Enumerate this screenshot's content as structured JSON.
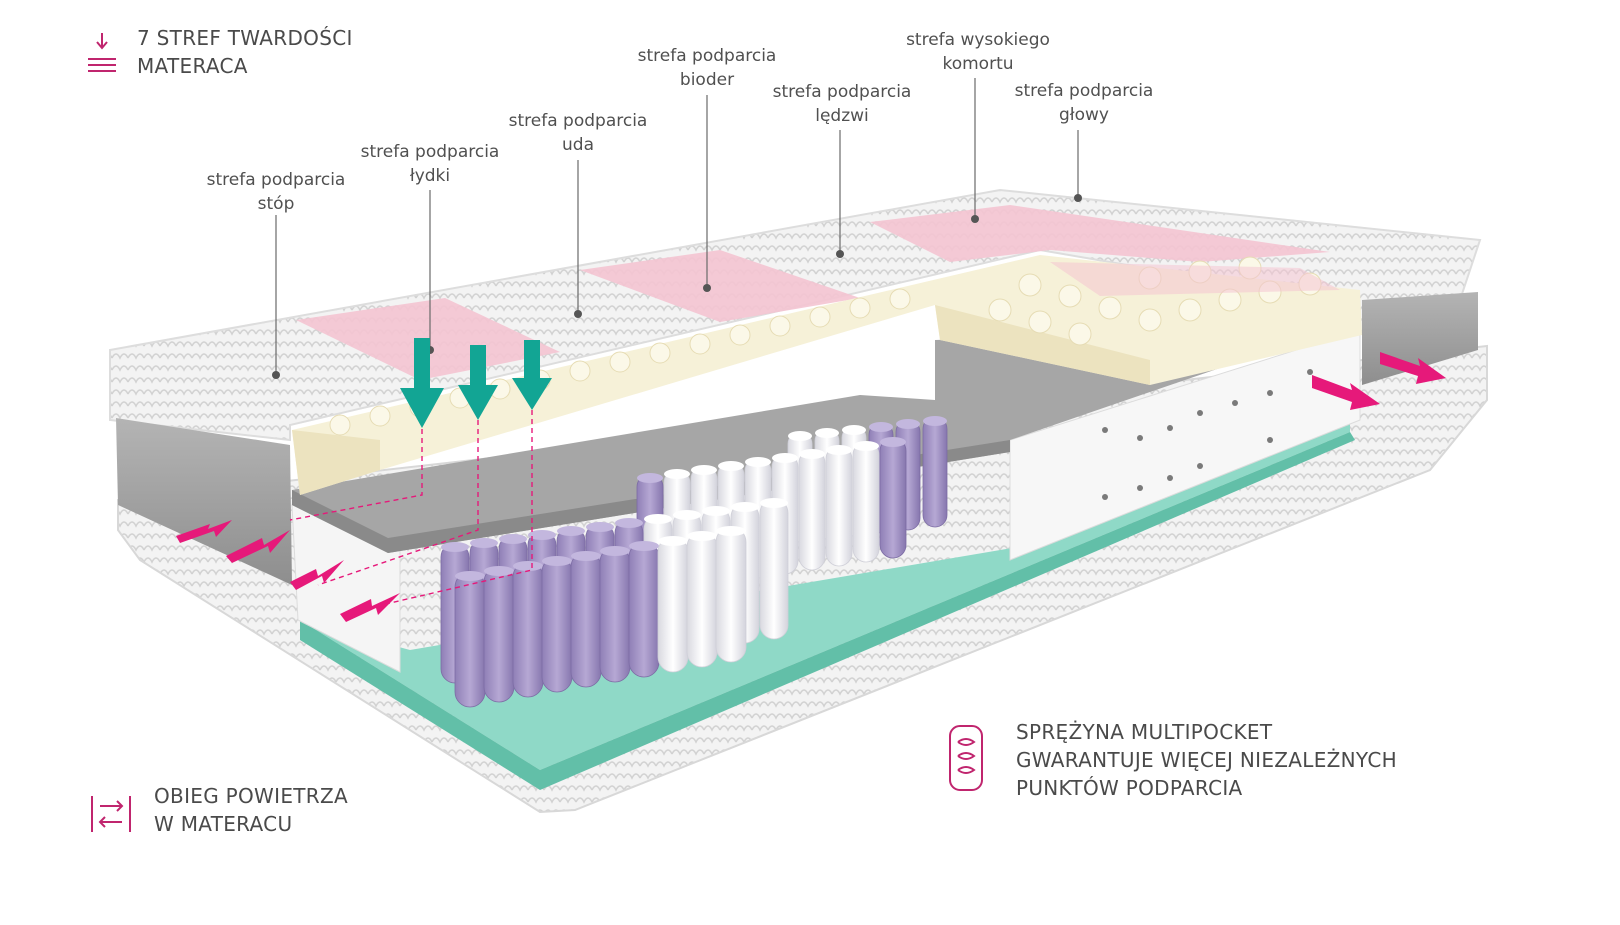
{
  "legend": {
    "zones": {
      "line1": "7 STREF TWARDOŚCI",
      "line2": "MATERACA",
      "icon": "zones-arrow-icon"
    },
    "airflow": {
      "line1": "OBIEG POWIETRZA",
      "line2": "W MATERACU",
      "icon": "airflow-arrows-icon"
    },
    "spring": {
      "line1": "SPRĘŻYNA MULTIPOCKET",
      "line2": "GWARANTUJE WIĘCEJ NIEZALEŻNYCH",
      "line3": "PUNKTÓW PODPARCIA",
      "icon": "pocket-spring-icon"
    }
  },
  "zones": [
    {
      "line1": "strefa podparcia",
      "line2": "stóp"
    },
    {
      "line1": "strefa podparcia",
      "line2": "łydki"
    },
    {
      "line1": "strefa podparcia",
      "line2": "uda"
    },
    {
      "line1": "strefa podparcia",
      "line2": "bioder"
    },
    {
      "line1": "strefa podparcia",
      "line2": "lędzwi"
    },
    {
      "line1": "strefa wysokiego",
      "line2": "komortu"
    },
    {
      "line1": "strefa podparcia",
      "line2": "głowy"
    }
  ],
  "colors": {
    "accent": "#c0256e",
    "arrow_pink": "#e6197a",
    "arrow_teal": "#12a594",
    "zone_pink": "#f4c4d2",
    "cover_white": "#f4f4f4",
    "memory_foam": "#f6f1d8",
    "grey_foam": "#9c9c9c",
    "base_teal": "#8fd9c7",
    "spring_purple": "#a898c8",
    "spring_white": "#f2f2f6"
  }
}
